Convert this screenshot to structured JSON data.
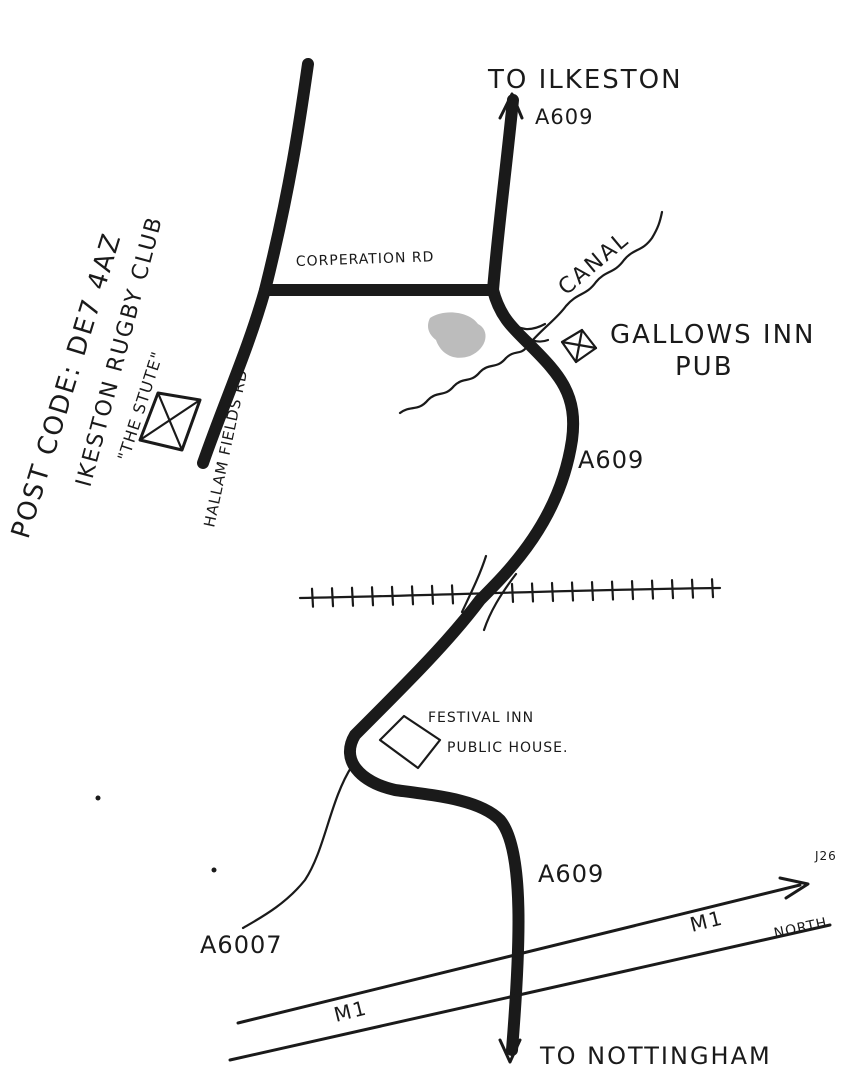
{
  "destinations": {
    "north": "TO ILKESTON",
    "south": "TO NOTTINGHAM"
  },
  "roads": {
    "a609_top": "A609",
    "a609_mid": "A609",
    "a609_low": "A609",
    "a6007": "A6007",
    "corporation": "CORPERATION RD",
    "hallam": "HALLAM FIELDS RD",
    "m1_upper": "M1",
    "m1_lower": "M1",
    "junction": "J26",
    "north": "NORTH"
  },
  "features": {
    "canal": "CANAL",
    "gallows_line1": "GALLOWS INN",
    "gallows_line2": "PUB",
    "festival_line1": "FESTIVAL INN",
    "festival_line2": "PUBLIC HOUSE."
  },
  "club": {
    "postcode": "POST CODE: DE7 4AZ",
    "name": "IKESTON RUGBY CLUB",
    "nickname": "\"THE STUTE\""
  },
  "colors": {
    "ink": "#1a1a1a",
    "paper": "#ffffff",
    "smudge": "#b0b0b0"
  }
}
